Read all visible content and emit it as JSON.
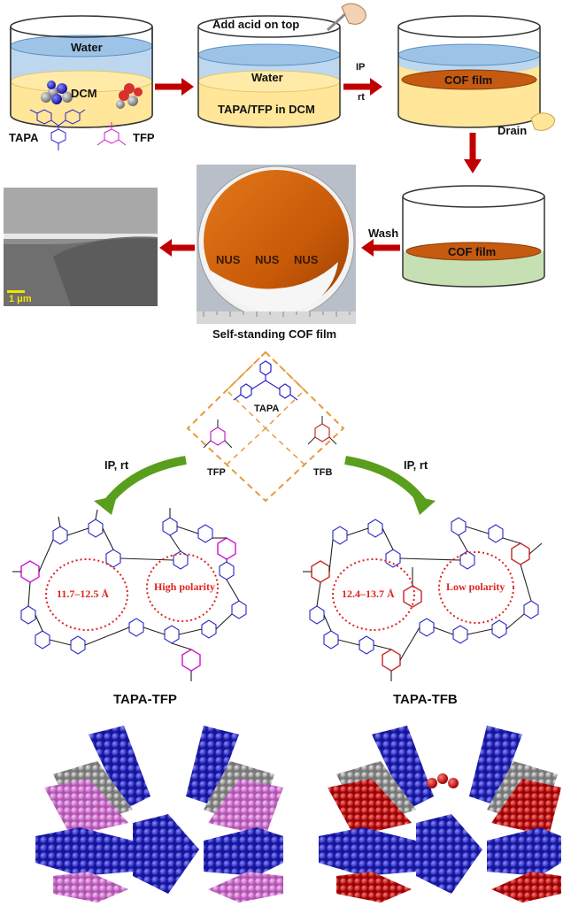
{
  "step1": {
    "water": "Water",
    "dcm": "DCM",
    "tapa": "TAPA",
    "tfp": "TFP"
  },
  "step2": {
    "instruction": "Add acid on top",
    "water": "Water",
    "solution": "TAPA/TFP  in DCM"
  },
  "step3": {
    "condition1": "IP",
    "condition2": "rt",
    "film": "COF film",
    "drain": "Drain"
  },
  "step4": {
    "film": "COF film",
    "wash": "Wash"
  },
  "photo": {
    "caption": "Self-standing COF film",
    "watermark": "NUS"
  },
  "sem": {
    "scale": "1 μm"
  },
  "monomers": {
    "tapa": "TAPA",
    "tfp": "TFP",
    "tfb": "TFB"
  },
  "reaction": {
    "left_condition": "IP, rt",
    "right_condition": "IP, rt"
  },
  "products": {
    "left": {
      "name": "TAPA-TFP",
      "pore_size": "11.7–12.5 Å",
      "polarity": "High polarity"
    },
    "right": {
      "name": "TAPA-TFB",
      "pore_size": "12.4–13.7 Å",
      "polarity": "Low polarity"
    }
  },
  "colors": {
    "water": "#9dc3e6",
    "dcm": "#ffe699",
    "cof": "#c55a11",
    "wash": "#c6e0b4",
    "arrow": "#c00000",
    "tapa": "#2727c8",
    "tfp": "#d21ed2",
    "tfb": "#c83232",
    "green_arrow": "#5a9e1e",
    "dash": "#e69a3a",
    "gray": "#8c8c8c"
  }
}
